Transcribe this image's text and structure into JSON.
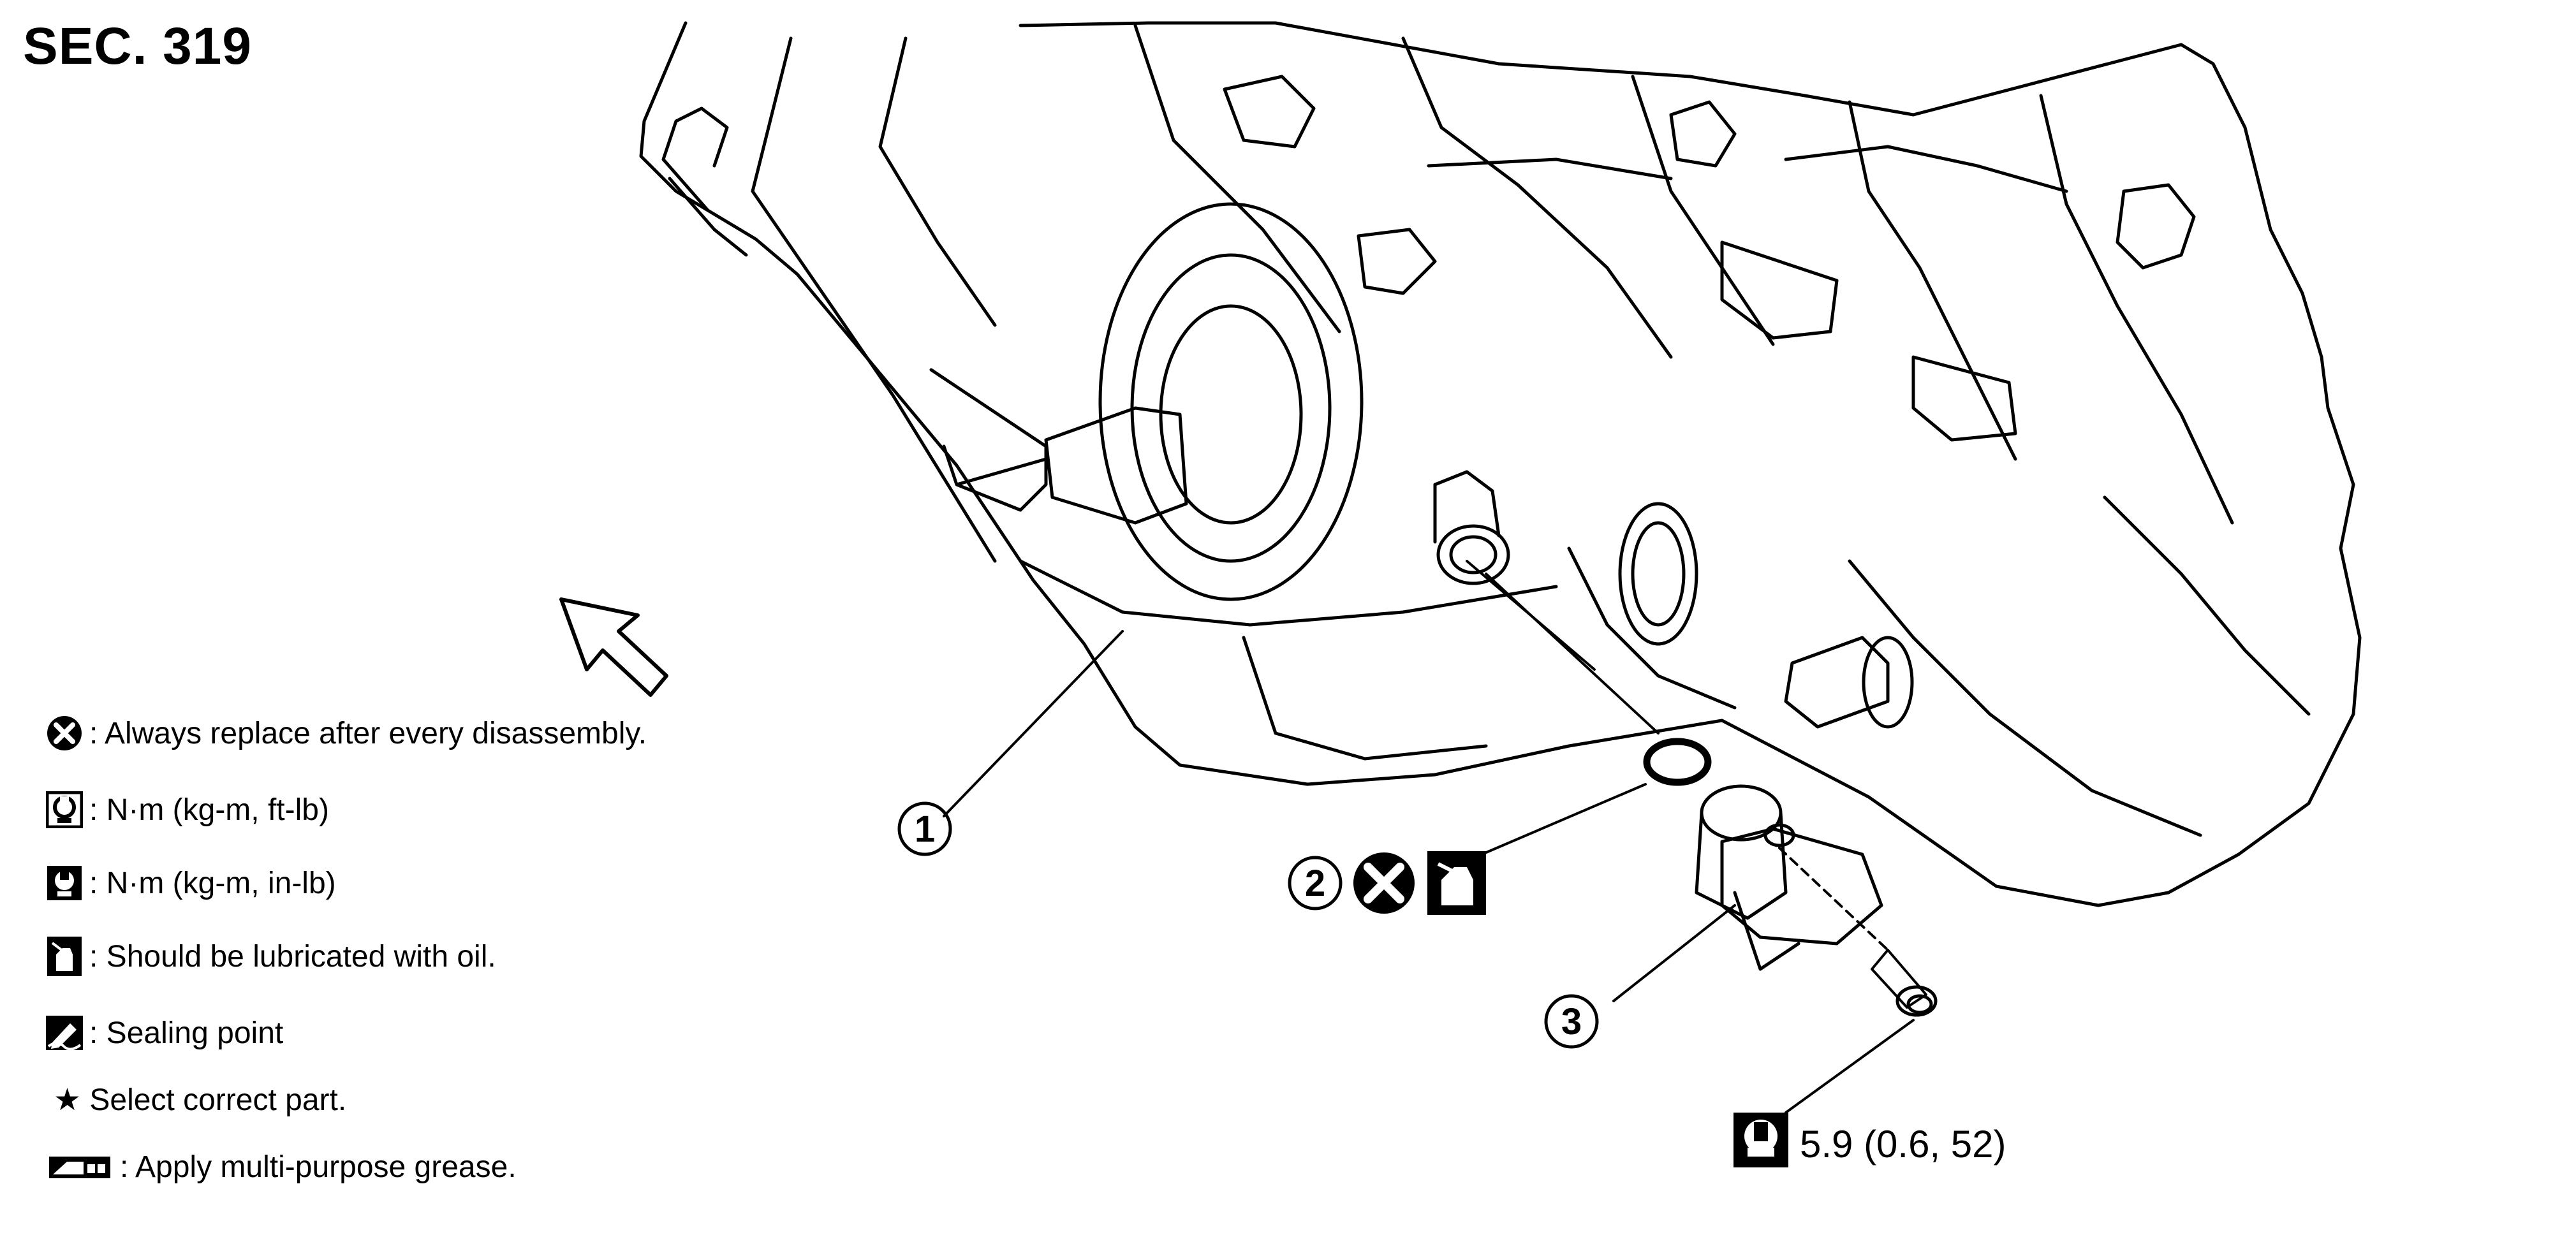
{
  "section_title": "SEC. 319",
  "callouts": {
    "part1": "1",
    "part2": "2",
    "part3": "3"
  },
  "torque_spec": "5.9 (0.6, 52)",
  "legend": {
    "replace": ": Always replace after every disassembly.",
    "torque_ft_lb": ": N·m (kg-m, ft-lb)",
    "torque_in_lb": ": N·m (kg-m, in-lb)",
    "lubricate": ": Should be lubricated with oil.",
    "sealing": ": Sealing point",
    "select_part": "★ Select correct part.",
    "grease": ": Apply multi-purpose grease."
  },
  "icons": [
    "front-arrow-icon",
    "replace-x-icon",
    "torque-wrench-ft-lb-icon",
    "torque-wrench-in-lb-icon",
    "oil-can-icon",
    "sealant-icon",
    "grease-icon"
  ],
  "colors": {
    "ink": "#000000",
    "paper": "#ffffff"
  }
}
